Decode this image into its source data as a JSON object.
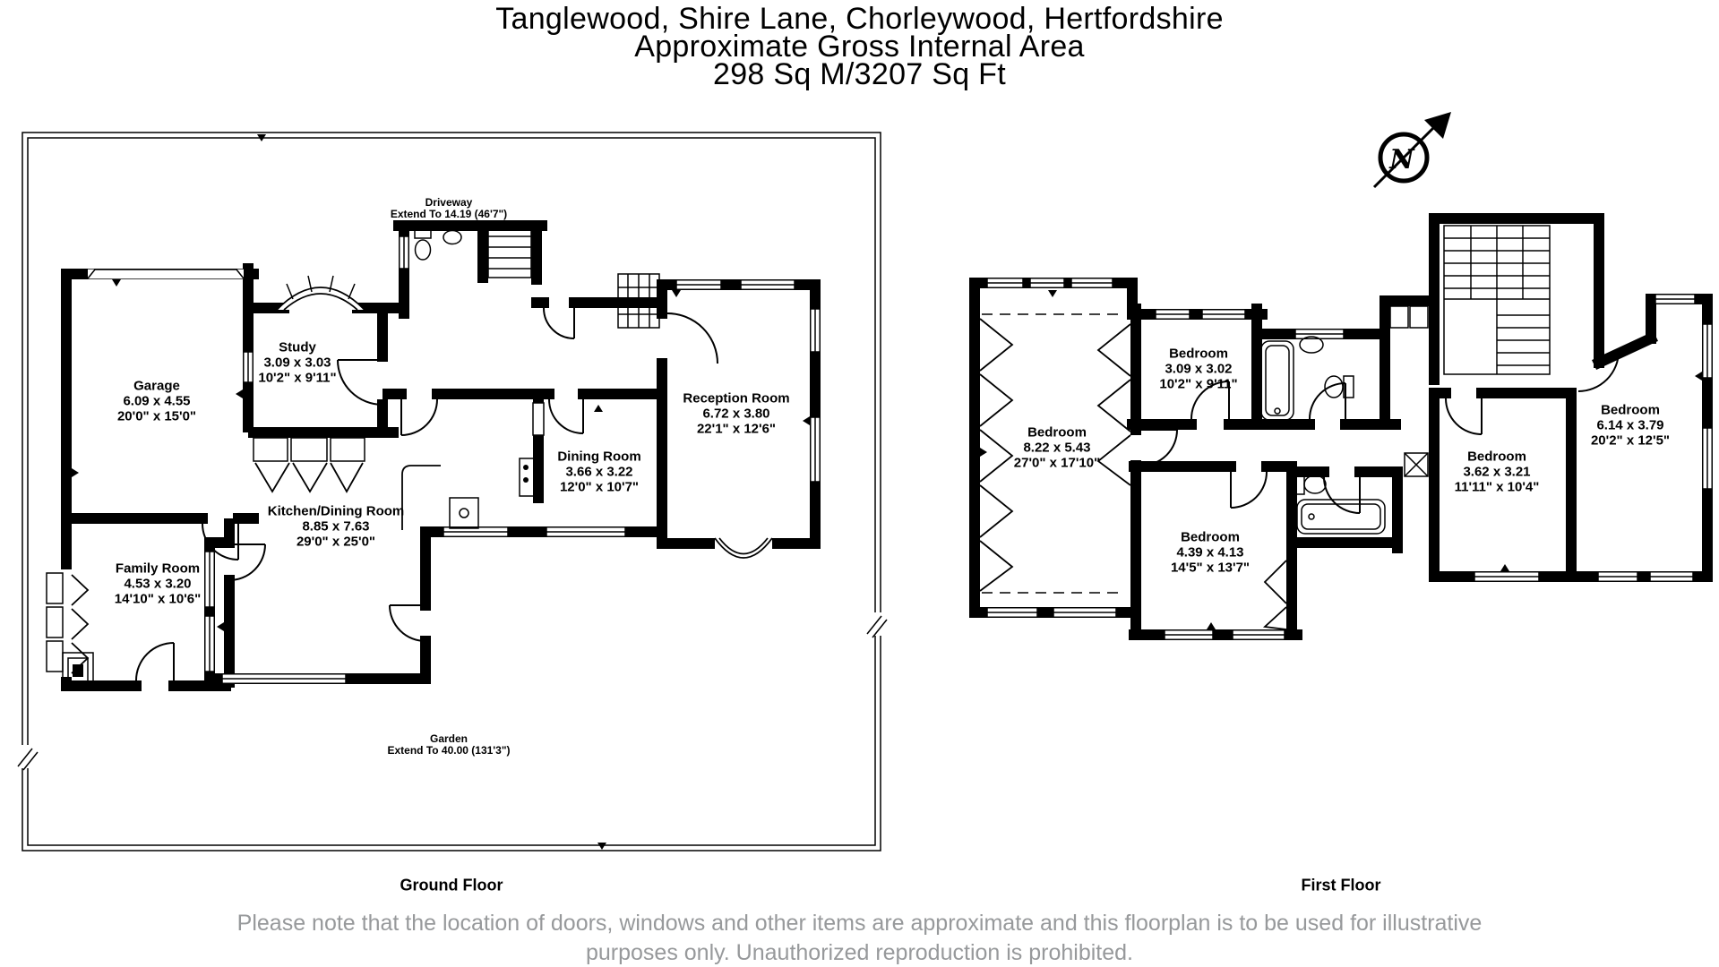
{
  "title": {
    "line1": "Tanglewood, Shire Lane, Chorleywood, Hertfordshire",
    "line2": "Approximate Gross Internal Area",
    "line3": "298 Sq M/3207 Sq Ft"
  },
  "compass": {
    "label": "N"
  },
  "ground_floor": {
    "label": "Ground Floor",
    "outdoor": {
      "driveway_name": "Driveway",
      "driveway_dim": "Extend To 14.19 (46'7\")",
      "garden_name": "Garden",
      "garden_dim": "Extend To 40.00 (131'3\")"
    },
    "rooms": [
      {
        "name": "Garage",
        "metric": "6.09 x 4.55",
        "imperial": "20'0\" x 15'0\""
      },
      {
        "name": "Study",
        "metric": "3.09 x 3.03",
        "imperial": "10'2\" x 9'11\""
      },
      {
        "name": "Family Room",
        "metric": "4.53 x 3.20",
        "imperial": "14'10\" x 10'6\""
      },
      {
        "name": "Kitchen/Dining Room",
        "metric": "8.85 x 7.63",
        "imperial": "29'0\" x 25'0\""
      },
      {
        "name": "Dining Room",
        "metric": "3.66 x 3.22",
        "imperial": "12'0\" x 10'7\""
      },
      {
        "name": "Reception Room",
        "metric": "6.72 x 3.80",
        "imperial": "22'1\" x 12'6\""
      }
    ]
  },
  "first_floor": {
    "label": "First Floor",
    "rooms": [
      {
        "name": "Bedroom",
        "metric": "8.22 x 5.43",
        "imperial": "27'0\" x 17'10\""
      },
      {
        "name": "Bedroom",
        "metric": "3.09 x 3.02",
        "imperial": "10'2\" x 9'11\""
      },
      {
        "name": "Bedroom",
        "metric": "4.39 x 4.13",
        "imperial": "14'5\" x 13'7\""
      },
      {
        "name": "Bedroom",
        "metric": "3.62 x 3.21",
        "imperial": "11'11\" x 10'4\""
      },
      {
        "name": "Bedroom",
        "metric": "6.14 x 3.79",
        "imperial": "20'2\" x 12'5\""
      }
    ]
  },
  "footer": {
    "disclaimer_line1": "Please note that the location of doors, windows and other items are approximate and this floorplan is to be used for illustrative",
    "disclaimer_line2": "purposes only. Unauthorized reproduction is prohibited."
  },
  "colors": {
    "wall": "#000000",
    "text": "#000000",
    "disclaimer": "#97999b"
  }
}
